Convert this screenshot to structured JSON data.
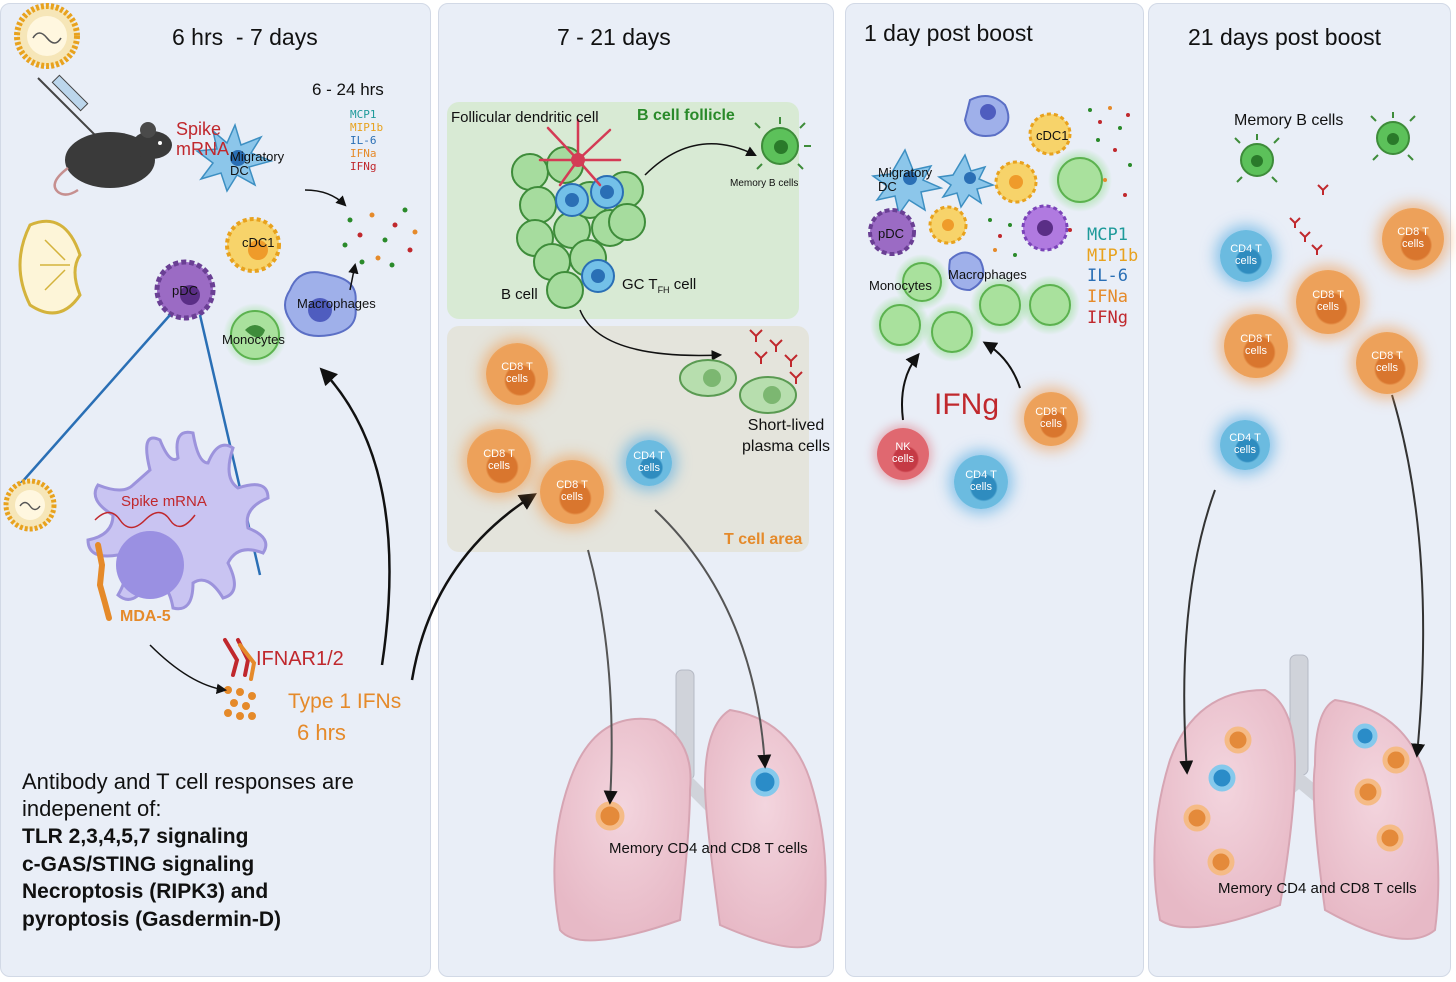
{
  "panels": {
    "p1": {
      "title": "6 hrs  - 7 days",
      "subtitle": "6 - 24 hrs",
      "spike_mrna": "Spike\nmRNA",
      "migratory_dc": "Migratory\nDC",
      "cdc1": "cDC1",
      "pdc": "pDC",
      "macrophages": "Macrophages",
      "monocytes": "Monocytes",
      "cytokines": [
        "MCP1",
        "MIP1b",
        "IL-6",
        "IFNa",
        "IFNg"
      ],
      "cell_spike_mrna": "Spike mRNA",
      "mda5": "MDA-5",
      "ifnar": "IFNAR1/2",
      "type1_ifns": "Type 1 IFNs",
      "six_hrs": "6 hrs",
      "footer_intro": "Antibody and T cell responses are indepenent of:",
      "footer_items": [
        "TLR 2,3,4,5,7 signaling",
        "c-GAS/STING signaling",
        "Necroptosis (RIPK3) and",
        "pyroptosis (Gasdermin-D)"
      ]
    },
    "p2": {
      "title": "7 - 21 days",
      "fdc": "Follicular dendritic cell",
      "b_follicle": "B cell follicle",
      "memory_b": "Memory B cells",
      "b_cell": "B cell",
      "gc_tfh_prefix": "GC T",
      "gc_tfh_sub": "FH",
      "gc_tfh_suffix": " cell",
      "plasma": "Short-lived\nplasma cells",
      "t_area": "T cell area",
      "cd8": "CD8 T\ncells",
      "cd4": "CD4 T\ncells",
      "memory_t": "Memory CD4 and CD8 T cells"
    },
    "p3": {
      "title": "1 day post boost",
      "migratory_dc": "Migratory\nDC",
      "cdc1": "cDC1",
      "pdc": "pDC",
      "monocytes": "Monocytes",
      "macrophages": "Macrophages",
      "cytokines": [
        "MCP1",
        "MIP1b",
        "IL-6",
        "IFNa",
        "IFNg"
      ],
      "ifng": "IFNg",
      "nk": "NK\ncells",
      "cd4": "CD4 T\ncells",
      "cd8": "CD8 T\ncells"
    },
    "p4": {
      "title": "21 days post boost",
      "memory_b": "Memory B cells",
      "cd4": "CD4 T\ncells",
      "cd8": "CD8 T\ncells",
      "memory_t": "Memory CD4 and CD8 T cells"
    }
  },
  "colors": {
    "panel_bg": "#e9eef7",
    "follicle_bg": "#d8ead4",
    "tarea_bg": "#e4e4dc",
    "red": "#c0282d",
    "orange": "#e58a2a",
    "teal": "#1e9a9a",
    "blue": "#2a6fb5",
    "green": "#2a8a2a"
  }
}
